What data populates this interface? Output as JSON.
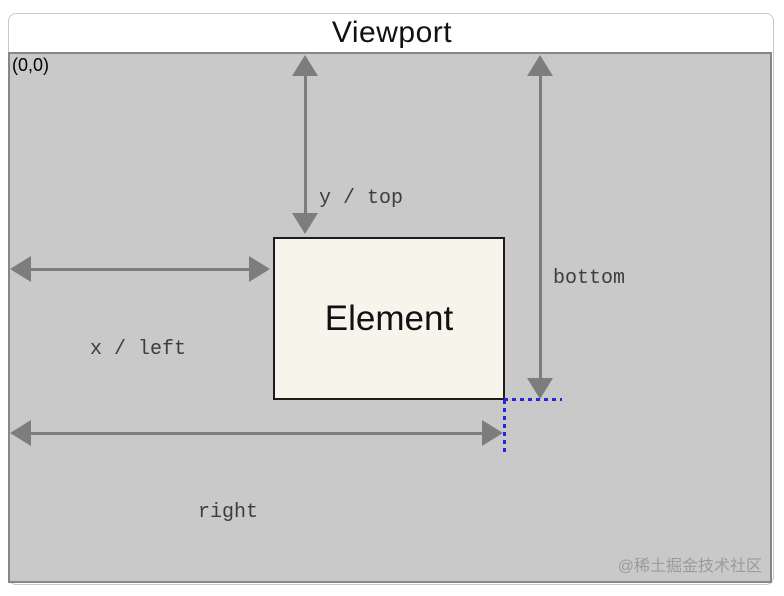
{
  "title": "Viewport",
  "origin_label": "(0,0)",
  "element": {
    "label": "Element"
  },
  "measurements": {
    "y_top": {
      "label": "y / top"
    },
    "bottom": {
      "label": "bottom"
    },
    "x_left": {
      "label": "x / left"
    },
    "right": {
      "label": "right"
    }
  },
  "watermark": "@稀土掘金技术社区",
  "colors": {
    "viewport_bg": "#c9c9c9",
    "viewport_border": "#878787",
    "card_border": "#c9c9c9",
    "element_bg": "#f7f4ec",
    "element_border": "#1c1c1c",
    "arrow_color": "#7d7d7d",
    "label_color": "#3d3d3d",
    "guide_color": "#2626e0",
    "watermark_color": "#9b9b9b"
  }
}
